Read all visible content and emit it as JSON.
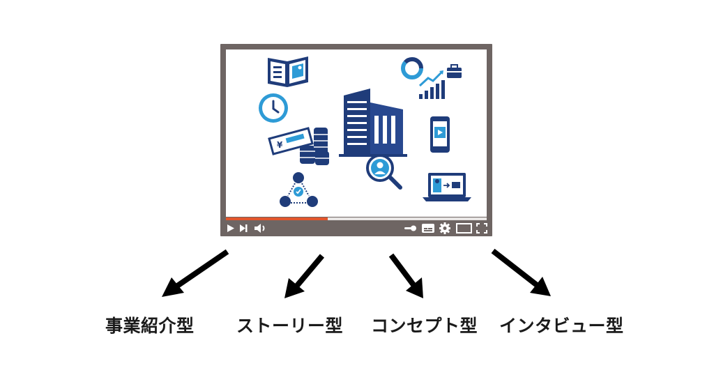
{
  "video_player": {
    "progress_fraction": 0.39,
    "accent_color": "#e2562c",
    "frame_color": "#6e6563",
    "icon_primary": "#1f3c7a",
    "icon_secondary": "#2e9bd6",
    "controls": [
      "play-icon",
      "skip-next-icon",
      "volume-icon",
      "autoplay-toggle-icon",
      "subtitles-icon",
      "settings-gear-icon",
      "theater-mode-icon",
      "fullscreen-icon"
    ],
    "illustration_icons": [
      "open-book-photo-icon",
      "clock-icon",
      "cheque-coins-icon",
      "team-network-icon",
      "office-building-icon",
      "magnifier-person-icon",
      "donut-chart-icon",
      "growth-chart-briefcase-icon",
      "smartphone-video-icon",
      "laptop-presentation-icon"
    ]
  },
  "labels": [
    "事業紹介型",
    "ストーリー型",
    "コンセプト型",
    "インタビュー型"
  ]
}
